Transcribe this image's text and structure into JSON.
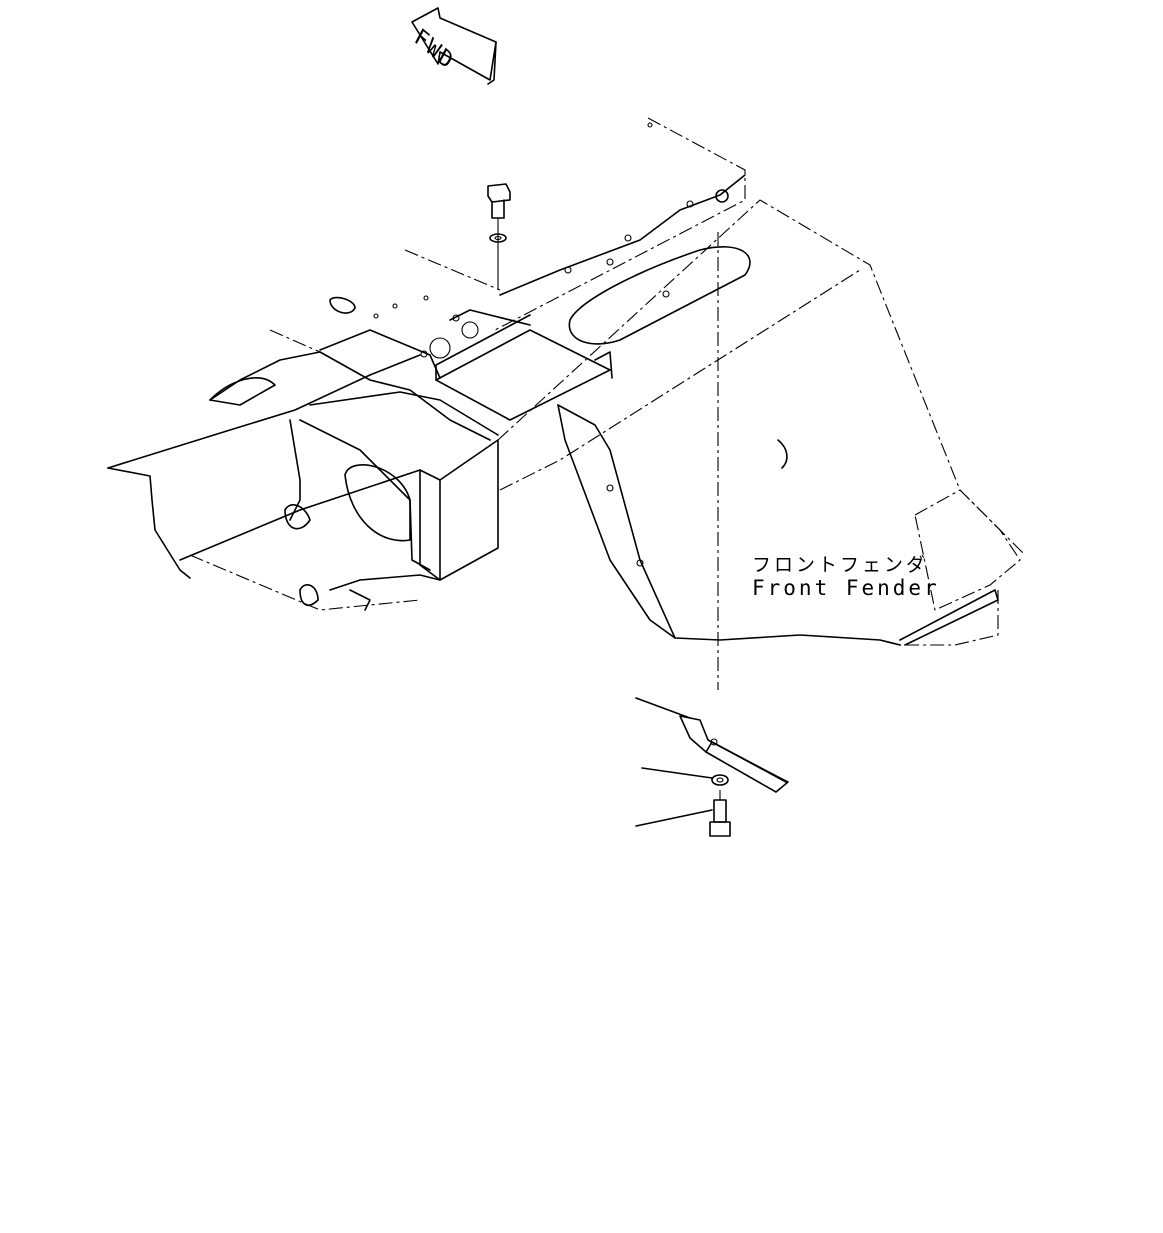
{
  "direction_indicator": {
    "text": "FWD"
  },
  "part_label": {
    "japanese": "フロントフェンダ",
    "english": "Front Fender"
  }
}
